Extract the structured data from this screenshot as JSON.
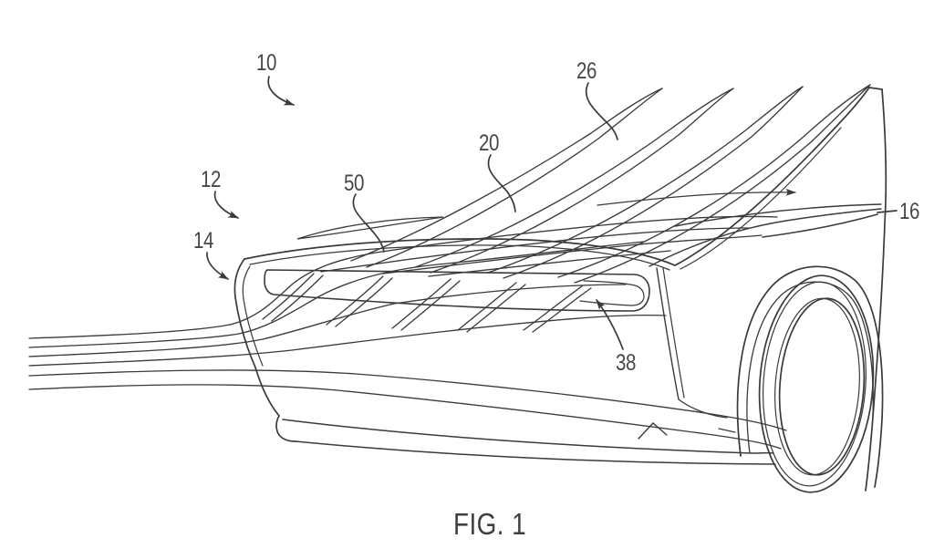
{
  "figure": {
    "caption": "FIG. 1",
    "labels": [
      {
        "id": "label-10",
        "text": "10"
      },
      {
        "id": "label-12",
        "text": "12"
      },
      {
        "id": "label-14",
        "text": "14"
      },
      {
        "id": "label-50",
        "text": "50"
      },
      {
        "id": "label-20",
        "text": "20"
      },
      {
        "id": "label-26",
        "text": "26"
      },
      {
        "id": "label-16",
        "text": "16"
      },
      {
        "id": "label-38",
        "text": "38"
      }
    ]
  },
  "colors": {
    "line": "#3a3a3a",
    "label_text": "#474747",
    "background": "#ffffff"
  }
}
